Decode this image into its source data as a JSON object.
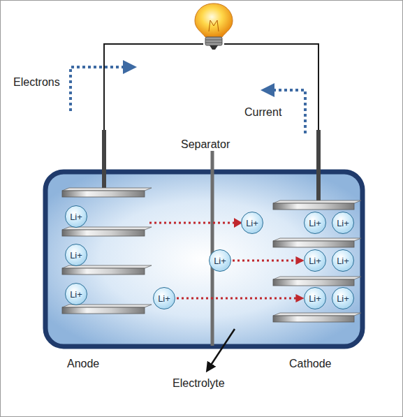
{
  "diagram": {
    "nodes": [
      {
        "text": [
          "Li+"
        ]
      },
      {
        "text": [
          "Li+"
        ]
      },
      {
        "text": [
          "Li+"
        ]
      },
      {
        "text": [
          "Li+"
        ]
      },
      {
        "text": [
          "Li+"
        ]
      },
      {
        "text": [
          "Li+"
        ]
      },
      {
        "text": [
          "Li+"
        ]
      },
      {
        "text": [
          "Li+"
        ]
      },
      {
        "text": [
          "Li+"
        ]
      },
      {
        "text": [
          "Li+"
        ]
      },
      {
        "text": [
          "Li+"
        ]
      },
      {
        "text": [
          "Li+"
        ]
      }
    ],
    "edges": [
      {
        "from": 5,
        "to": 6,
        "arrow": "to"
      },
      {
        "from": 9,
        "to": 10,
        "arrow": "to"
      }
    ],
    "labels": [
      "Electrons",
      "Current",
      "Separator",
      "Anode",
      "Cathode",
      "Electrolyte"
    ]
  }
}
